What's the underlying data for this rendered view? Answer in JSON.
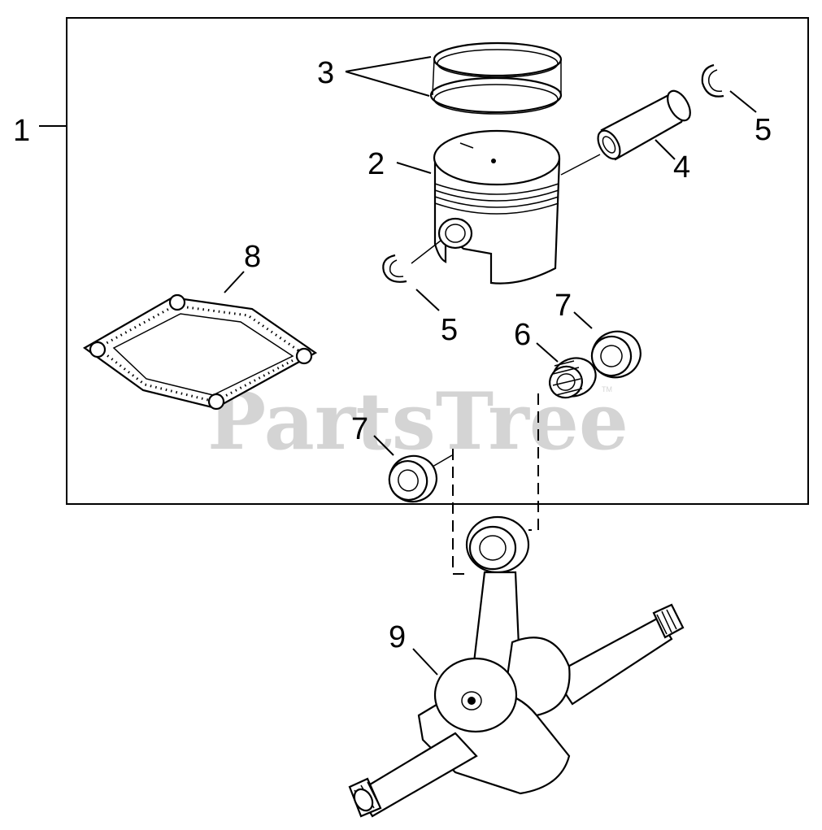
{
  "watermark": {
    "text": "PartsTree",
    "tm": "TM"
  },
  "callouts": {
    "c1": "1",
    "c2": "2",
    "c3": "3",
    "c4": "4",
    "c5a": "5",
    "c5b": "5",
    "c6": "6",
    "c7a": "7",
    "c7b": "7",
    "c8": "8",
    "c9": "9"
  }
}
